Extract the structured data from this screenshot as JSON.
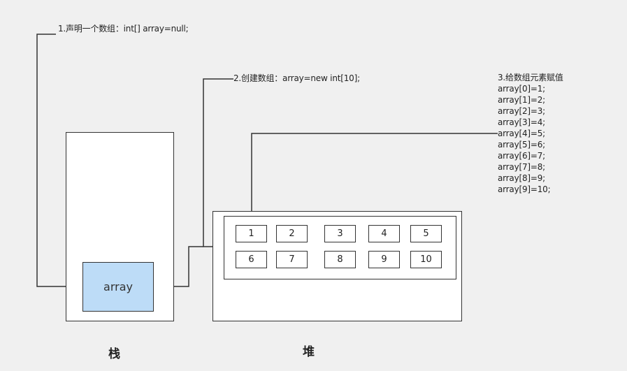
{
  "notes": {
    "declare": "1.声明一个数组：int[] array=null;",
    "create": "2.创建数组：array=new int[10];",
    "assign": {
      "title": "3.给数组元素赋值",
      "lines": [
        "array[0]=1;",
        "array[1]=2;",
        "array[2]=3;",
        "array[3]=4;",
        "array[4]=5;",
        "array[5]=6;",
        "array[6]=7;",
        "array[7]=8;",
        "array[8]=9;",
        "array[9]=10;"
      ]
    }
  },
  "stack": {
    "variable": "array",
    "label": "栈"
  },
  "heap": {
    "label": "堆",
    "row1": [
      "1",
      "2",
      "3",
      "4",
      "5"
    ],
    "row2": [
      "6",
      "7",
      "8",
      "9",
      "10"
    ]
  },
  "colors": {
    "variable_fill": "#bddcf7",
    "line": "#333333",
    "background": "#f0f0f0"
  }
}
